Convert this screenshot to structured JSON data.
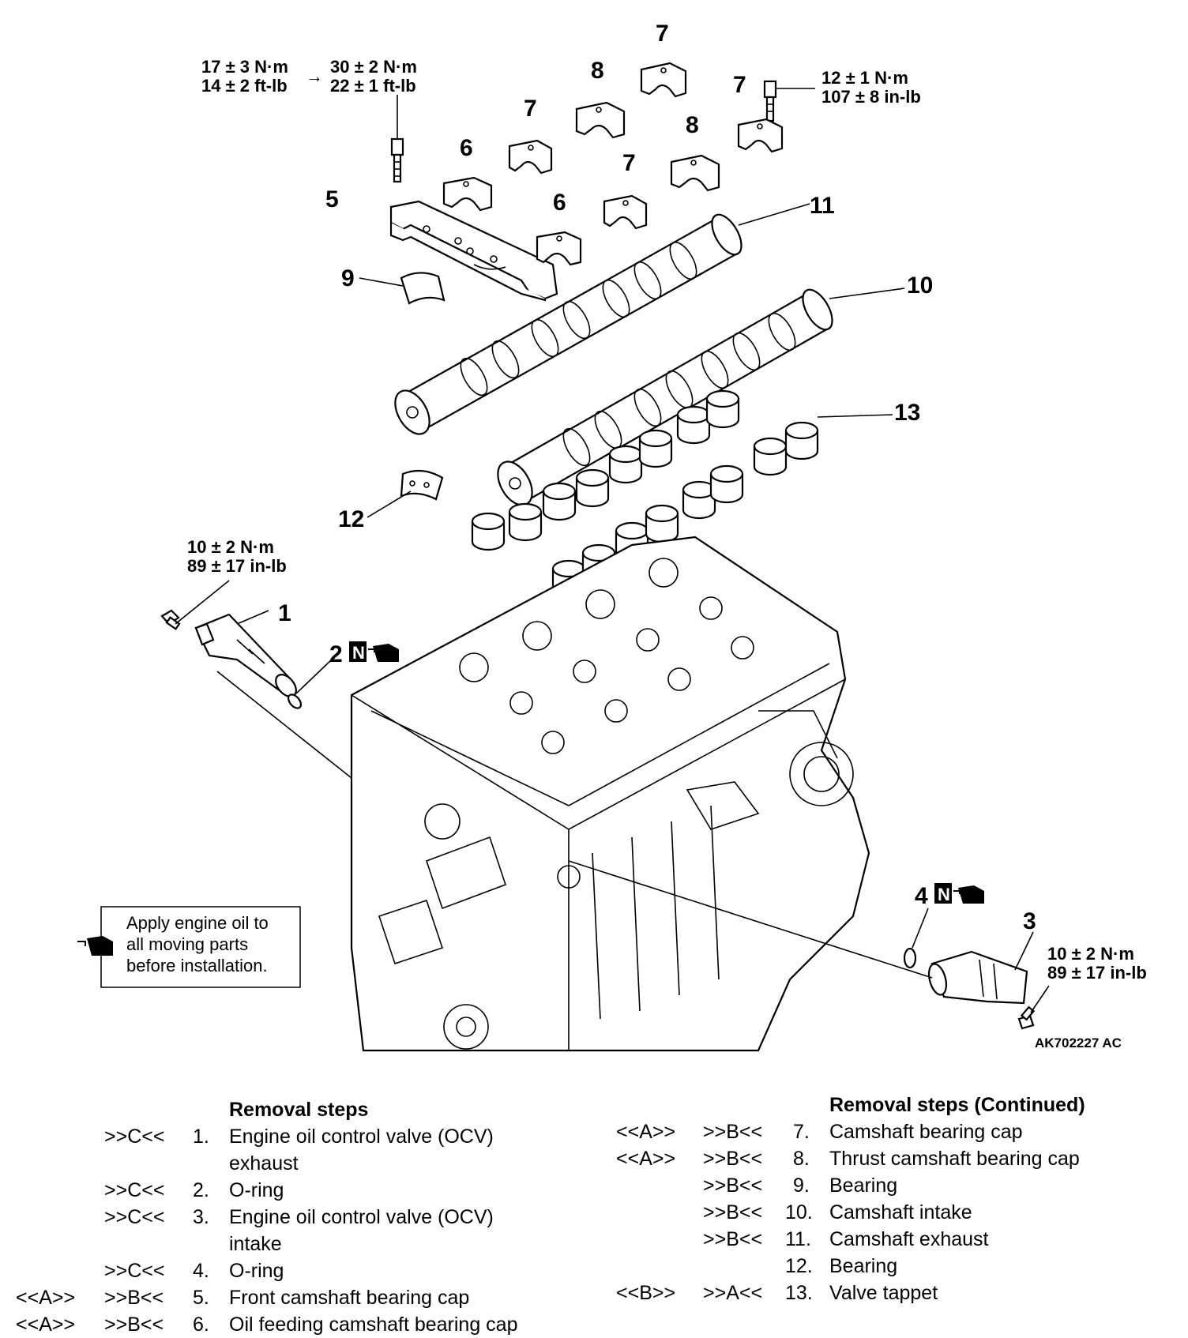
{
  "figure_id": "AK702227 AC",
  "callouts": [
    "1",
    "2",
    "3",
    "4",
    "5",
    "6",
    "6",
    "7",
    "7",
    "7",
    "7",
    "8",
    "8",
    "9",
    "10",
    "11",
    "12",
    "13"
  ],
  "torque_specs": {
    "cap_bolt_front_line1": "17 ± 3 N·m",
    "cap_bolt_front_line2": "14 ± 2 ft-lb",
    "cap_bolt_front_arrow": "→",
    "cap_bolt_front_final_line1": "30 ± 2 N·m",
    "cap_bolt_front_final_line2": "22 ± 1 ft-lb",
    "cap_bolt_line1": "12 ± 1 N·m",
    "cap_bolt_line2": "107 ± 8 in-lb",
    "ocv_exhaust_bolt_line1": "10 ± 2 N·m",
    "ocv_exhaust_bolt_line2": "89 ± 17 in-lb",
    "ocv_intake_bolt_line1": "10 ± 2 N·m",
    "ocv_intake_bolt_line2": "89 ± 17 in-lb"
  },
  "new_part_mark": "N",
  "note": {
    "line1": "Apply engine oil to",
    "line2": "all moving parts",
    "line3": "before installation."
  },
  "removal_steps": {
    "title": "Removal steps",
    "title_continued": "Removal steps (Continued)",
    "left": [
      {
        "install_ref": "",
        "removal_ref": ">>C<<",
        "num": "1.",
        "text": "Engine oil control valve (OCV)",
        "text2": "exhaust"
      },
      {
        "install_ref": "",
        "removal_ref": ">>C<<",
        "num": "2.",
        "text": "O-ring",
        "text2": ""
      },
      {
        "install_ref": "",
        "removal_ref": ">>C<<",
        "num": "3.",
        "text": "Engine oil control valve (OCV)",
        "text2": "intake"
      },
      {
        "install_ref": "",
        "removal_ref": ">>C<<",
        "num": "4.",
        "text": "O-ring",
        "text2": ""
      },
      {
        "install_ref": "<<A>>",
        "removal_ref": ">>B<<",
        "num": "5.",
        "text": "Front camshaft bearing cap",
        "text2": ""
      },
      {
        "install_ref": "<<A>>",
        "removal_ref": ">>B<<",
        "num": "6.",
        "text": "Oil feeding camshaft bearing cap",
        "text2": ""
      }
    ],
    "right": [
      {
        "install_ref": "<<A>>",
        "removal_ref": ">>B<<",
        "num": "7.",
        "text": "Camshaft bearing cap"
      },
      {
        "install_ref": "<<A>>",
        "removal_ref": ">>B<<",
        "num": "8.",
        "text": "Thrust camshaft bearing cap"
      },
      {
        "install_ref": "",
        "removal_ref": ">>B<<",
        "num": "9.",
        "text": "Bearing"
      },
      {
        "install_ref": "",
        "removal_ref": ">>B<<",
        "num": "10.",
        "text": "Camshaft intake"
      },
      {
        "install_ref": "",
        "removal_ref": ">>B<<",
        "num": "11.",
        "text": "Camshaft exhaust"
      },
      {
        "install_ref": "",
        "removal_ref": "",
        "num": "12.",
        "text": "Bearing"
      },
      {
        "install_ref": "<<B>>",
        "removal_ref": ">>A<<",
        "num": "13.",
        "text": "Valve tappet"
      }
    ]
  }
}
